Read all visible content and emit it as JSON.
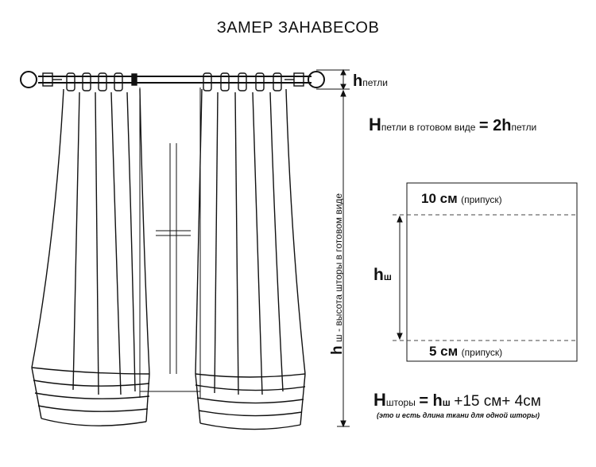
{
  "title": "ЗАМЕР ЗАНАВЕСОВ",
  "loop_height": {
    "symbol": "h",
    "subscript": "петли"
  },
  "loop_formula": {
    "H": "H",
    "H_sub": "петли в готовом виде",
    "eq": "= 2h",
    "eq_sub": "петли"
  },
  "panel": {
    "top_allowance": "10 см",
    "top_allowance_note": "(припуск)",
    "bottom_allowance": "5 см",
    "bottom_allowance_note": "(припуск)",
    "height_symbol": "h",
    "height_sub": "ш"
  },
  "vertical_label": {
    "symbol": "h",
    "text": "ш - высота шторы в готовом виде"
  },
  "curtain_formula": {
    "H": "H",
    "H_sub": "шторы",
    "eq": "= h",
    "eq_sub": "ш",
    "rest": "+15 см+ 4см",
    "note": "(это и есть длина ткани для одной шторы)"
  },
  "colors": {
    "line": "#111111",
    "dashed": "#444444",
    "background": "#ffffff"
  }
}
